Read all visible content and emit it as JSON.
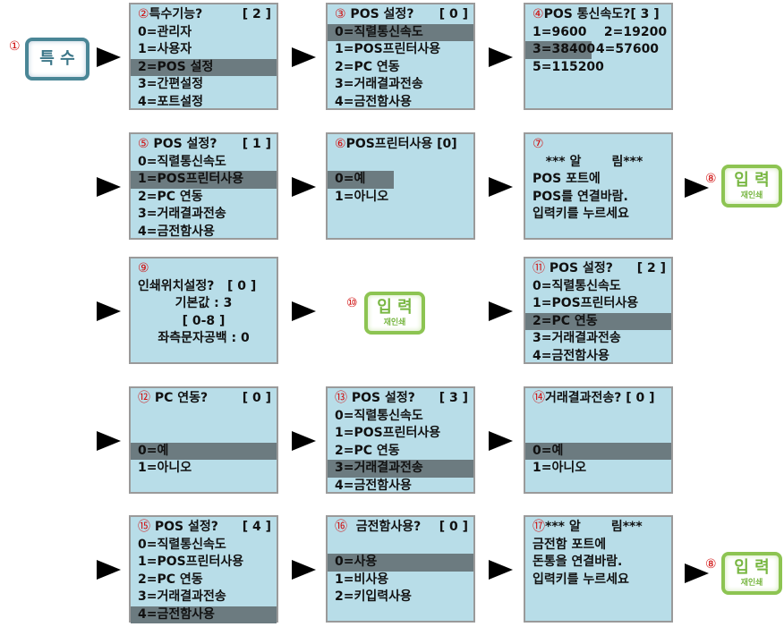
{
  "special_button": {
    "num": "①",
    "label": "특 수"
  },
  "screens": [
    {
      "num": "②",
      "title": "특수기능?",
      "value": "[ 2 ]",
      "lines": [
        {
          "t": "0=관리자"
        },
        {
          "t": "1=사용자"
        },
        {
          "t": "2=POS 설정",
          "hl": true
        },
        {
          "t": "3=간편설정"
        },
        {
          "t": "4=포트설정"
        }
      ]
    },
    {
      "num": "③",
      "title": " POS 설정?",
      "value": "[ 0 ]",
      "lines": [
        {
          "t": "0=직렬통신속도",
          "hl": true
        },
        {
          "t": "1=POS프린터사용"
        },
        {
          "t": "2=PC 연동"
        },
        {
          "t": "3=거래결과전송"
        },
        {
          "t": "4=금전함사용"
        }
      ]
    },
    {
      "num": "④",
      "title": "POS 통신속도?[ 3 ]",
      "value": "",
      "lines": [
        {
          "t": "1=9600    2=19200"
        },
        {
          "t": "3=38400",
          "t2": " 4=57600",
          "hlp": true
        },
        {
          "t": "5=115200"
        }
      ]
    },
    {
      "num": "⑤",
      "title": " POS 설정?",
      "value": "[ 1 ]",
      "lines": [
        {
          "t": "0=직렬통신속도"
        },
        {
          "t": "1=POS프린터사용",
          "hl": true
        },
        {
          "t": "2=PC 연동"
        },
        {
          "t": "3=거래결과전송"
        },
        {
          "t": "4=금전함사용"
        }
      ]
    },
    {
      "num": "⑥",
      "title": "POS프린터사용 [0]",
      "value": "",
      "lines": [
        {
          "t": ""
        },
        {
          "t": "0=예",
          "t2": "",
          "hlp": true
        },
        {
          "t": "1=아니오"
        }
      ]
    },
    {
      "num": "⑦",
      "title": "",
      "value": "",
      "lines": [
        {
          "t": "   *** 알       림***"
        },
        {
          "t": "POS 포트에"
        },
        {
          "t": "POS를 연결바람."
        },
        {
          "t": "입력키를 누르세요"
        }
      ]
    },
    {
      "num": "⑨",
      "title": "",
      "value": "",
      "lines": [
        {
          "t": "인쇄위치설정?   [ 0 ]"
        },
        {
          "t": "기본값 : 3",
          "c": true
        },
        {
          "t": "[ 0-8 ]",
          "c": true
        },
        {
          "t": "좌측문자공백 : 0",
          "c": true
        }
      ]
    },
    {
      "num": "⑪",
      "title": " POS 설정?",
      "value": "[ 2 ]",
      "lines": [
        {
          "t": "0=직렬통신속도"
        },
        {
          "t": "1=POS프린터사용"
        },
        {
          "t": "2=PC 연동",
          "hl": true
        },
        {
          "t": "3=거래결과전송"
        },
        {
          "t": "4=금전함사용"
        }
      ]
    },
    {
      "num": "⑫",
      "title": " PC 연동?",
      "value": "[ 0 ]",
      "lines": [
        {
          "t": ""
        },
        {
          "t": ""
        },
        {
          "t": "0=예",
          "hl": true
        },
        {
          "t": "1=아니오"
        }
      ]
    },
    {
      "num": "⑬",
      "title": " POS 설정?",
      "value": "[ 3 ]",
      "lines": [
        {
          "t": "0=직렬통신속도"
        },
        {
          "t": "1=POS프린터사용"
        },
        {
          "t": "2=PC 연동"
        },
        {
          "t": "3=거래결과전송",
          "hl": true
        },
        {
          "t": "4=금전함사용"
        }
      ]
    },
    {
      "num": "⑭",
      "title": "거래결과전송? [ 0 ]",
      "value": "",
      "lines": [
        {
          "t": ""
        },
        {
          "t": ""
        },
        {
          "t": "0=예",
          "hl": true
        },
        {
          "t": "1=아니오"
        }
      ]
    },
    {
      "num": "⑮",
      "title": " POS 설정?",
      "value": "[ 4 ]",
      "lines": [
        {
          "t": "0=직렬통신속도"
        },
        {
          "t": "1=POS프린터사용"
        },
        {
          "t": "2=PC 연동"
        },
        {
          "t": "3=거래결과전송"
        },
        {
          "t": "4=금전함사용",
          "hl": true
        }
      ]
    },
    {
      "num": "⑯",
      "title": "  금전함사용?",
      "value": "[ 0 ]",
      "lines": [
        {
          "t": ""
        },
        {
          "t": "0=사용",
          "hl": true
        },
        {
          "t": "1=비사용"
        },
        {
          "t": "2=키입력사용"
        }
      ]
    },
    {
      "num": "⑰",
      "title": "*** 알       림***",
      "value": "",
      "lines": [
        {
          "t": "금전함 포트에"
        },
        {
          "t": "돈통을 연결바람."
        },
        {
          "t": "입력키를 누르세요"
        }
      ]
    }
  ],
  "enter_buttons": [
    {
      "num": "⑧",
      "label": "입 력",
      "sub": "재인쇄"
    },
    {
      "num": "⑩",
      "label": "입 력",
      "sub": "재인쇄"
    },
    {
      "num": "⑧",
      "label": "입 력",
      "sub": "재인쇄"
    }
  ]
}
